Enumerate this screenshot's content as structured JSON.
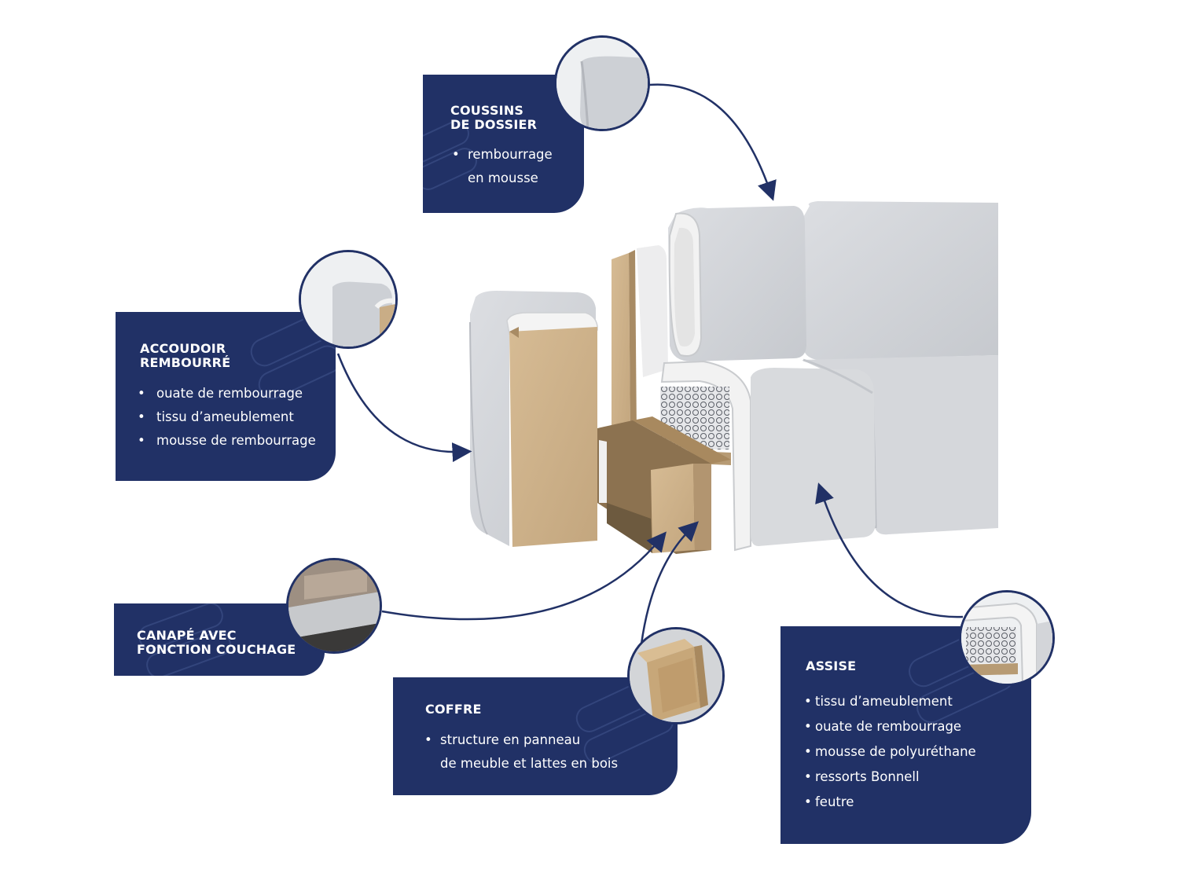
{
  "colors": {
    "navy": "#213166",
    "fabric": "#d3d5d9",
    "fabric_shadow": "#b9bcc2",
    "wood": "#cdb089",
    "wood_dark": "#8c7250",
    "foam": "#f3f3f3"
  },
  "callouts": {
    "coussins": {
      "title_line1": "COUSSINS",
      "title_line2": "DE DOSSIER",
      "items": [
        "rembourrage",
        "en mousse"
      ]
    },
    "accoudoir": {
      "title_line1": "ACCOUDOIR",
      "title_line2": "REMBOURRÉ",
      "items": [
        "ouate de rembourrage",
        "tissu d’ameublement",
        "mousse de rembourrage"
      ]
    },
    "canape": {
      "title_line1": "CANAPÉ AVEC",
      "title_line2": "FONCTION COUCHAGE"
    },
    "coffre": {
      "title": "COFFRE",
      "items": [
        "structure en panneau",
        "de meuble et lattes en bois"
      ]
    },
    "assise": {
      "title": "ASSISE",
      "items": [
        "tissu d’ameublement",
        "ouate de rembourrage",
        "mousse de polyuréthane",
        "ressorts Bonnell",
        "feutre"
      ]
    }
  }
}
